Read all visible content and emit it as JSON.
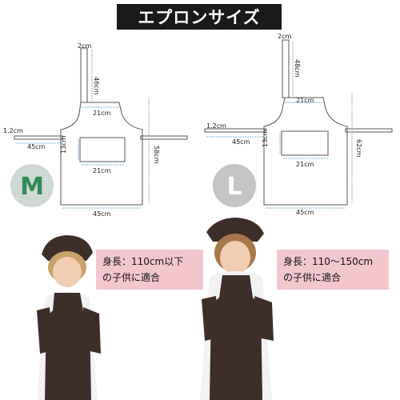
{
  "title": "エプロンサイズ",
  "sizes": {
    "m": {
      "letter": "M",
      "strap_width": "2cm",
      "strap_length": "46cm",
      "top_width": "21cm",
      "tie_width": "1.2cm",
      "tie_length": "45cm",
      "pocket_height": "13cm",
      "pocket_width": "21cm",
      "body_length": "58cm",
      "bottom_width": "45cm",
      "bubble_line1": "身長：110cm以下",
      "bubble_line2": "の子供に適合"
    },
    "l": {
      "letter": "L",
      "strap_width": "2cm",
      "strap_length": "48cm",
      "top_width": "21cm",
      "tie_width": "1.2cm",
      "tie_length": "45cm",
      "pocket_height": "13cm",
      "pocket_width": "21cm",
      "body_length": "62cm",
      "bottom_width": "45cm",
      "bubble_line1": "身長：110～150cm",
      "bubble_line2": "の子供に適合"
    }
  },
  "colors": {
    "title_bg": "#1a1a1a",
    "m_circle": "#cfd8d2",
    "m_letter": "#2e8b57",
    "l_circle": "#c4c4c4",
    "l_letter": "#ffffff",
    "apron": "#3e2e2a",
    "bubble": "#f3c6cd",
    "dim_line": "#7ab6d6"
  }
}
